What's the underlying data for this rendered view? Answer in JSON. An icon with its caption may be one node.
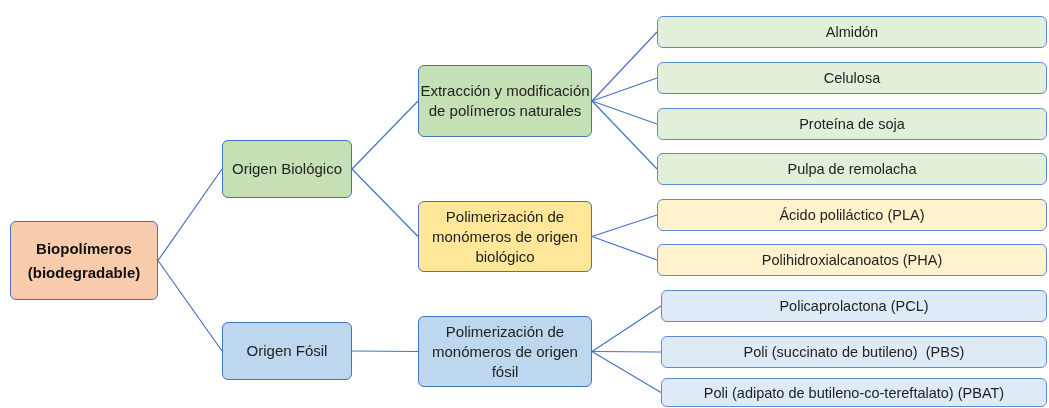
{
  "diagram": {
    "nodes": [
      {
        "text": [
          "Biopolímeros (biodegradable)"
        ]
      },
      {
        "text": [
          "Origen Biológico"
        ]
      },
      {
        "text": [
          "Origen Fósil"
        ]
      },
      {
        "text": [
          "Extracción y modificación de polímeros naturales"
        ]
      },
      {
        "text": [
          "Polimerización de monómeros de origen biológico"
        ]
      },
      {
        "text": [
          "Polimerización de monómeros de origen fósil"
        ]
      },
      {
        "text": [
          "Almidón"
        ]
      },
      {
        "text": [
          "Celulosa"
        ]
      },
      {
        "text": [
          "Proteína de soja"
        ]
      },
      {
        "text": [
          "Pulpa de remolacha"
        ]
      },
      {
        "text": [
          "Ácido poliláctico (PLA)"
        ]
      },
      {
        "text": [
          "Polihidroxialcanoatos (PHA)"
        ]
      },
      {
        "text": [
          "Policaprolactona (PCL)"
        ]
      },
      {
        "text": [
          "Poli (succinato de butileno)  (PBS)"
        ]
      },
      {
        "text": [
          "Poli (adipato de butileno-co-tereftalato) (PBAT)"
        ]
      }
    ],
    "edges": [
      {
        "from": 0,
        "to": 1,
        "arrow": "none"
      },
      {
        "from": 0,
        "to": 2,
        "arrow": "none"
      },
      {
        "from": 1,
        "to": 3,
        "arrow": "none"
      },
      {
        "from": 1,
        "to": 4,
        "arrow": "none"
      },
      {
        "from": 2,
        "to": 5,
        "arrow": "none"
      },
      {
        "from": 3,
        "to": 6,
        "arrow": "none"
      },
      {
        "from": 3,
        "to": 7,
        "arrow": "none"
      },
      {
        "from": 3,
        "to": 8,
        "arrow": "none"
      },
      {
        "from": 3,
        "to": 9,
        "arrow": "none"
      },
      {
        "from": 4,
        "to": 10,
        "arrow": "none"
      },
      {
        "from": 4,
        "to": 11,
        "arrow": "none"
      },
      {
        "from": 5,
        "to": 12,
        "arrow": "none"
      },
      {
        "from": 5,
        "to": 13,
        "arrow": "none"
      },
      {
        "from": 5,
        "to": 14,
        "arrow": "none"
      }
    ]
  }
}
